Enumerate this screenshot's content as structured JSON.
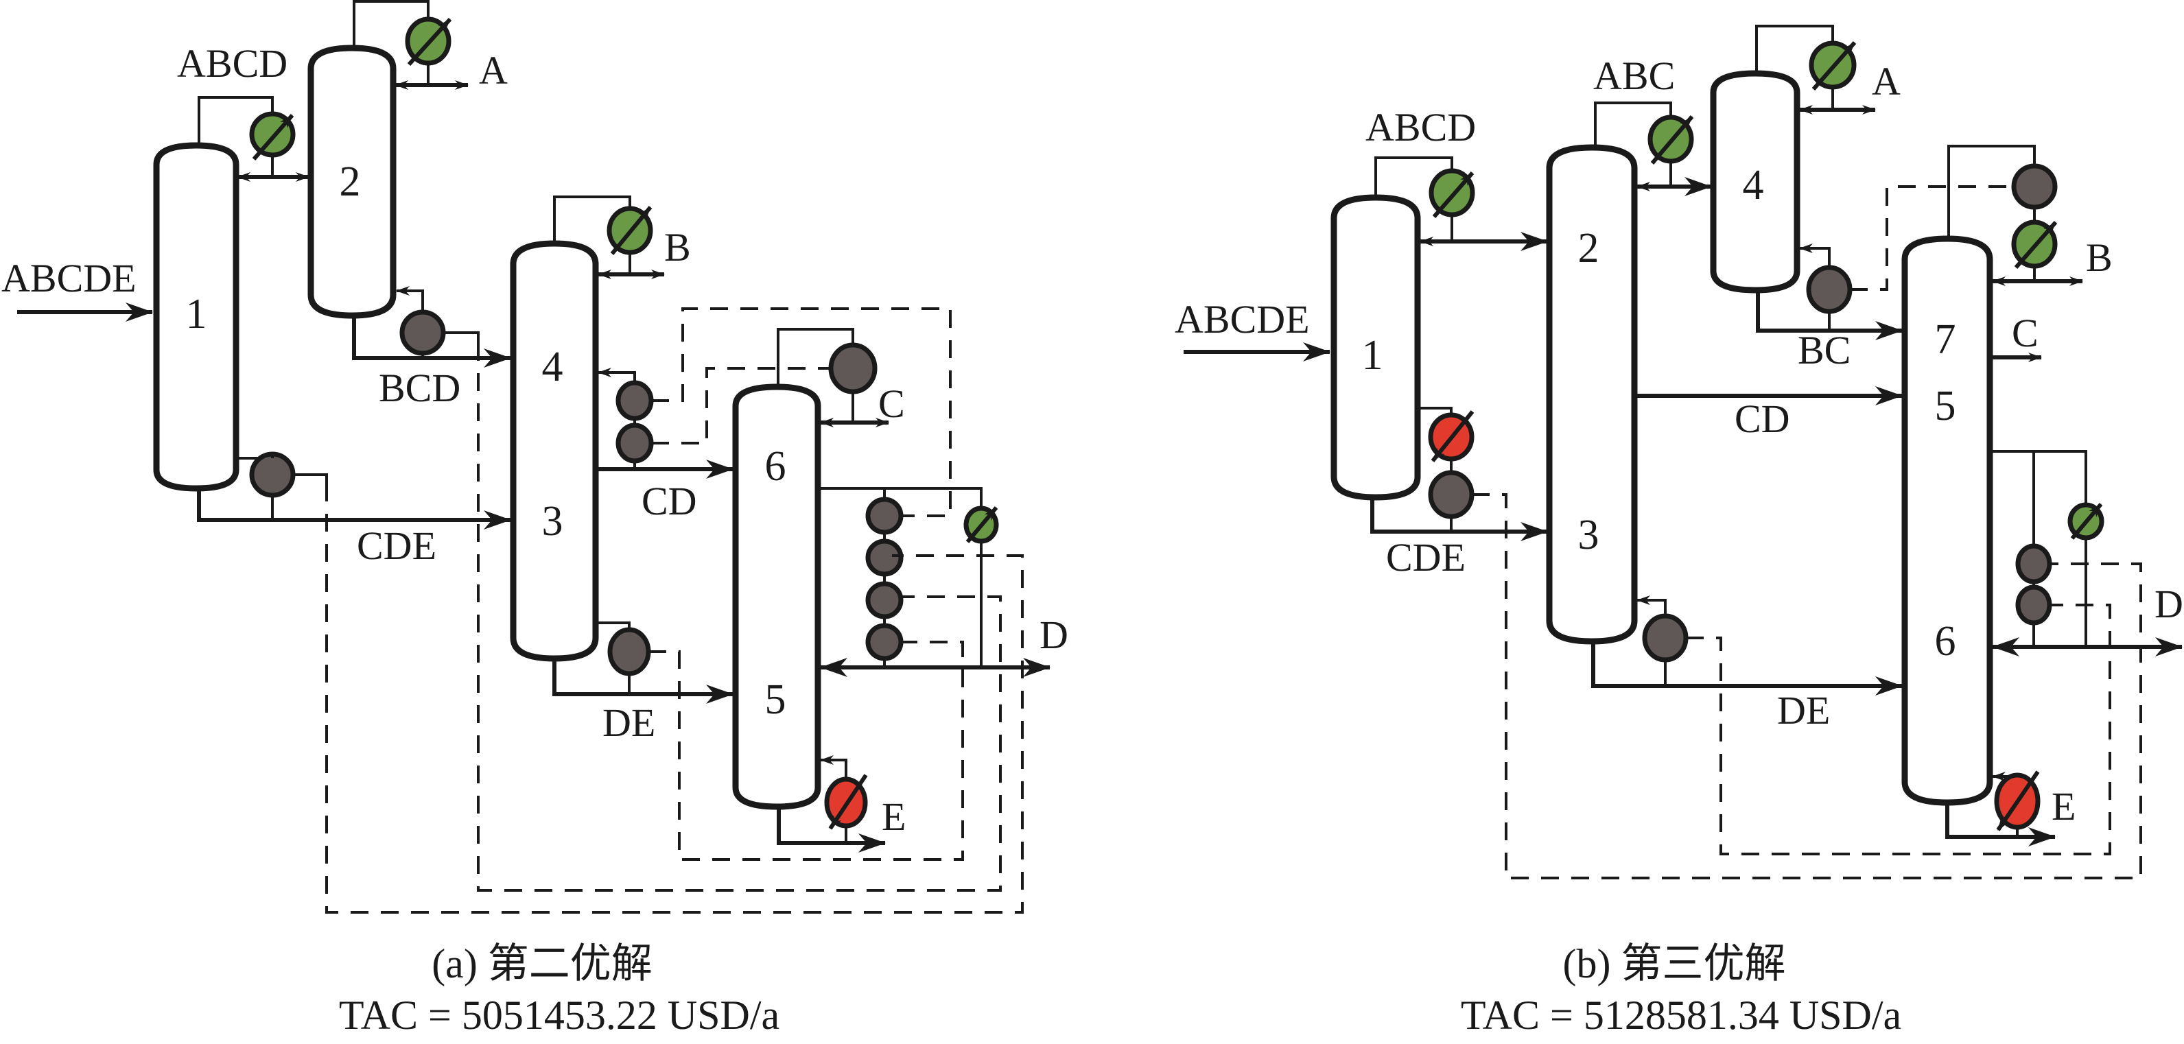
{
  "figure": {
    "panel_a": {
      "caption": "(a) 第二优解",
      "tac": "TAC = 5051453.22 USD/a",
      "feed": "ABCDE",
      "columns": [
        "1",
        "2",
        "4",
        "3",
        "6",
        "5"
      ],
      "streams": {
        "s1_top": "ABCD",
        "s2_top": "A",
        "s2_bottom": "BCD",
        "s1_bottom": "CDE",
        "s4_top": "B",
        "s3_side": "CD",
        "s3_bottom": "DE",
        "s6_top": "C",
        "s6_side": "D",
        "s5_bottom": "E"
      }
    },
    "panel_b": {
      "caption": "(b) 第三优解",
      "tac": "TAC = 5128581.34 USD/a",
      "feed": "ABCDE",
      "columns": [
        "1",
        "2",
        "3",
        "4",
        "7",
        "5",
        "6"
      ],
      "streams": {
        "s1_top": "ABCD",
        "s2_top": "ABC",
        "s4_top": "A",
        "s4_bottom": "BC",
        "s1_bottom": "CDE",
        "s2_side": "CD",
        "s7_top": "B",
        "s7_side": "C",
        "s5_side": "D",
        "s3_bottom": "DE",
        "s6_bottom": "E"
      }
    },
    "legend_colors": {
      "condenser": "#6a9a45",
      "reboiler": "#e23b2e",
      "heat_integrated_exchanger": "#5f5856"
    }
  }
}
